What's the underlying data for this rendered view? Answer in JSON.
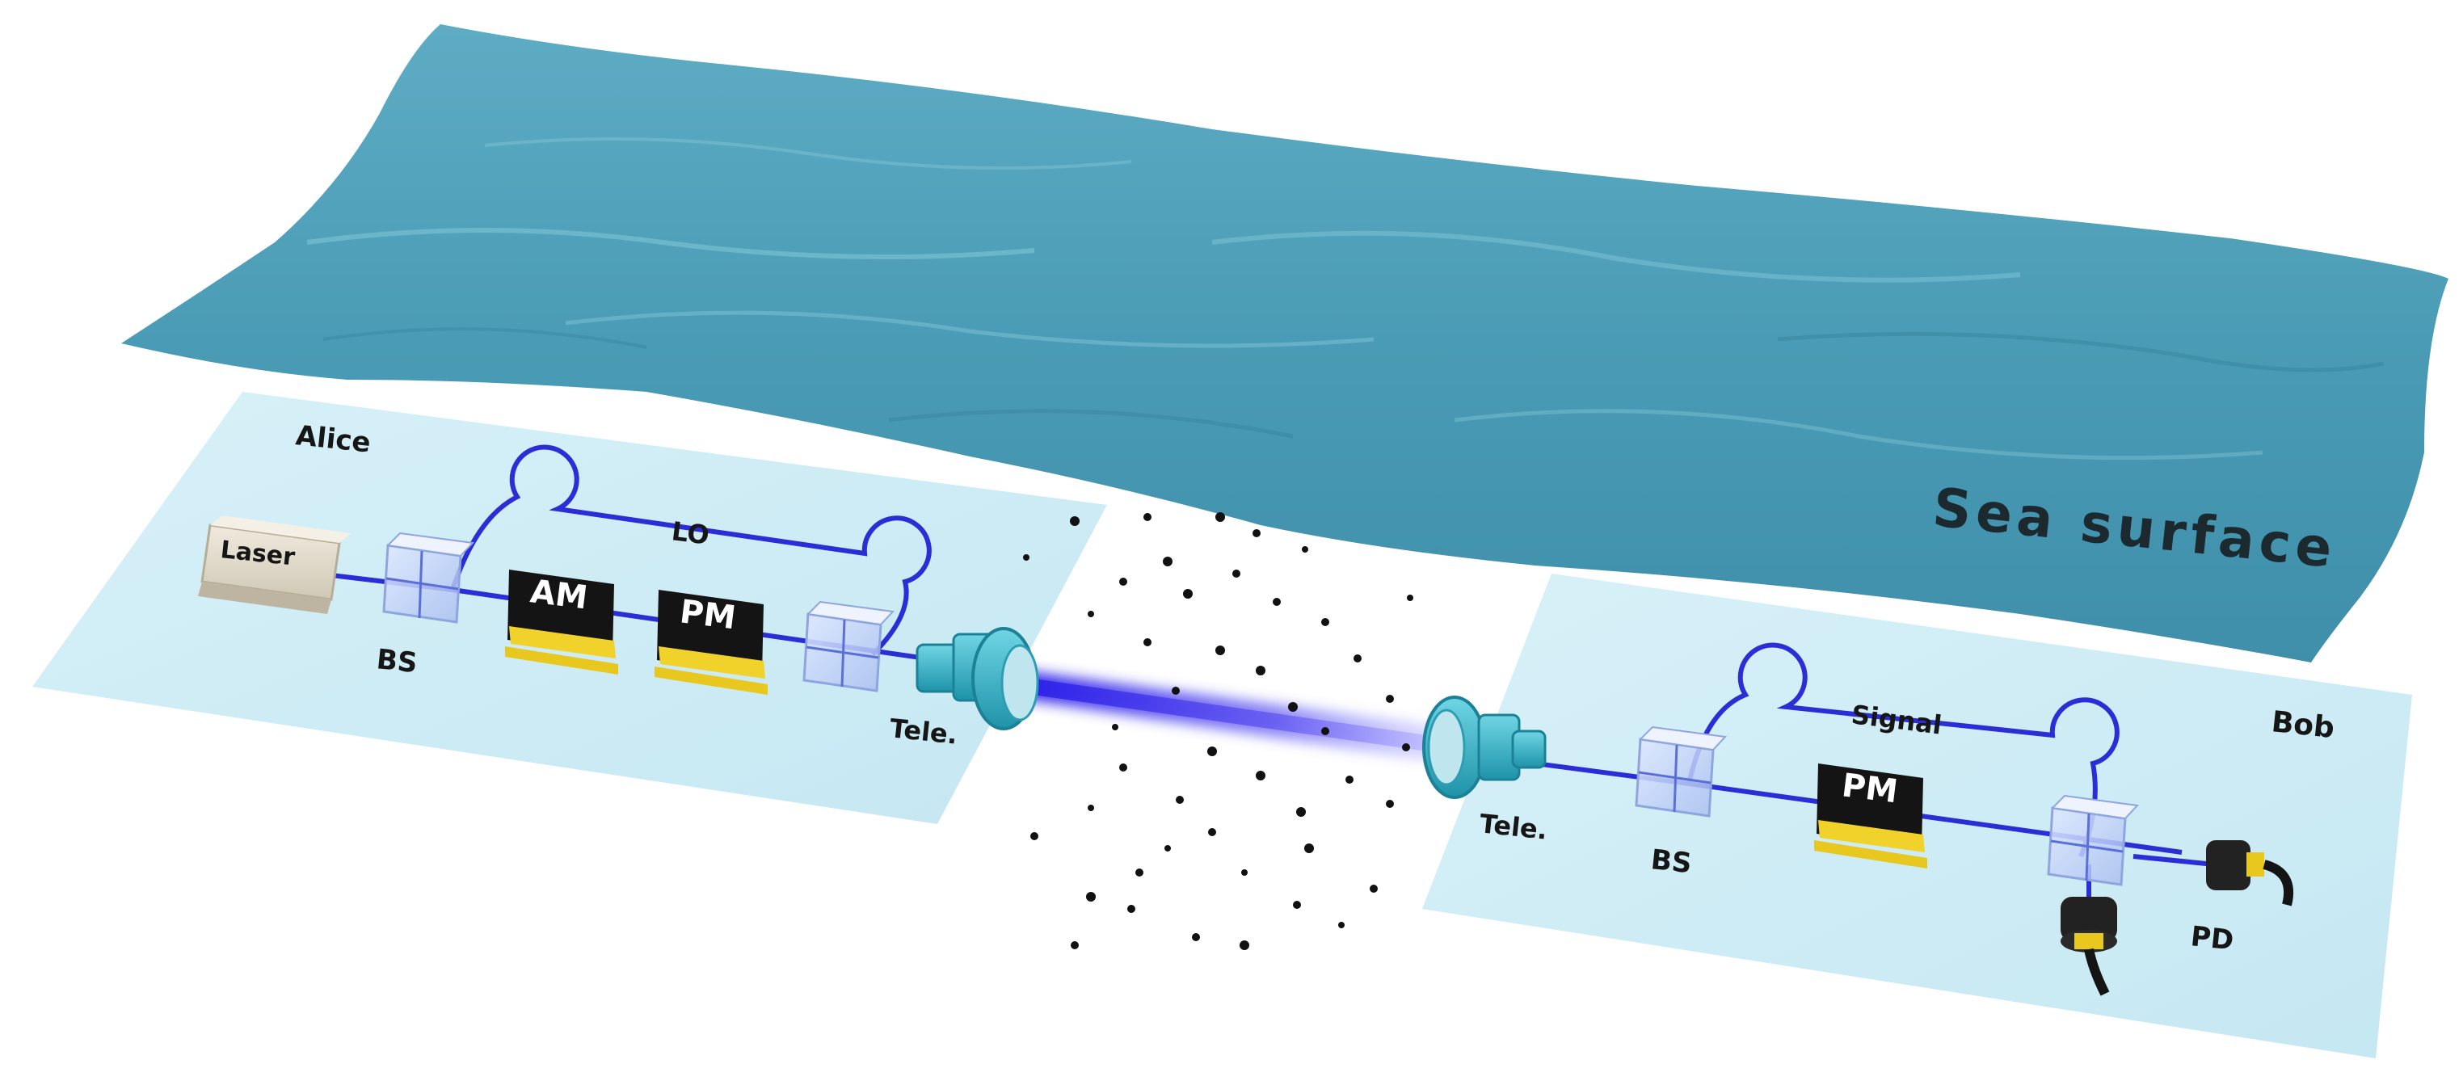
{
  "labels": {
    "alice": "Alice",
    "bob": "Bob",
    "laser": "Laser",
    "lo": "LO",
    "signal": "Signal",
    "am": "AM",
    "pm_alice": "PM",
    "pm_bob": "PM",
    "bs_alice": "BS",
    "bs_bob": "BS",
    "tele_alice": "Tele.",
    "tele_bob": "Tele.",
    "pd": "PD",
    "sea_surface": "Sea surface"
  },
  "colors": {
    "sea": "#4a9bb5",
    "sea_dark": "#2f7b95",
    "sea_light": "#7cc0d3",
    "platform": "#c9eaf4",
    "fiber": "#2b2dd6",
    "modulator_body": "#141414",
    "modulator_base": "#f0d22a",
    "telescope": "#39b5c9",
    "beam": "#4a3cf2",
    "laser_box": "#e4dfd2",
    "particle": "#111111"
  }
}
